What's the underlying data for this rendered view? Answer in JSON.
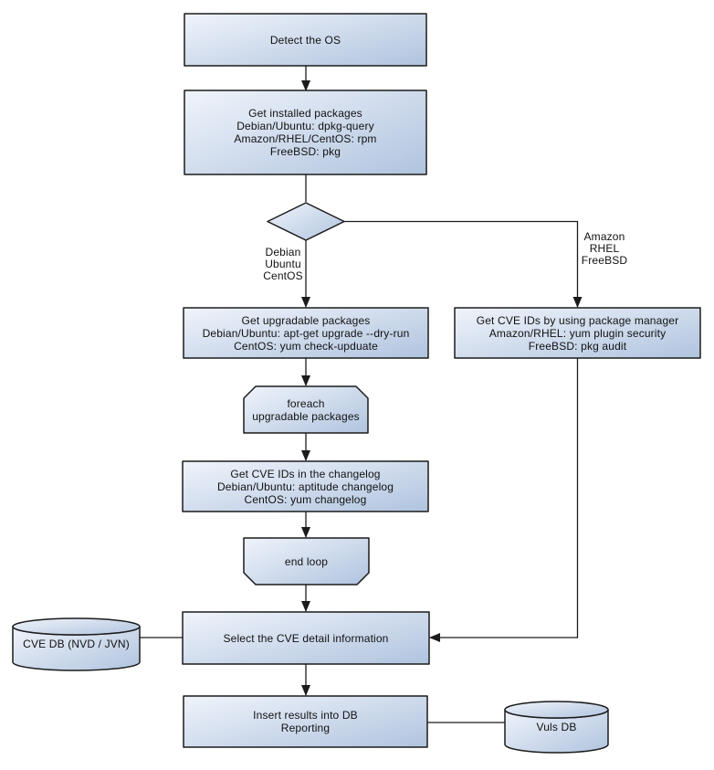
{
  "diagram": {
    "background": "#ffffff",
    "colors": {
      "node_fill_top": "#f0f4fb",
      "node_fill_bottom": "#b3c6e0",
      "node_border": "#1b1b1b",
      "text": "#111111"
    },
    "nodes": {
      "detect_os": {
        "shape": "rectangle",
        "lines": [
          "Detect the OS"
        ]
      },
      "get_installed_packages": {
        "shape": "rectangle",
        "lines": [
          "Get installed packages",
          "Debian/Ubuntu: dpkg-query",
          "Amazon/RHEL/CentOS: rpm",
          "FreeBSD: pkg"
        ]
      },
      "os_branch_decision": {
        "shape": "diamond",
        "lines": []
      },
      "get_upgradable_packages": {
        "shape": "rectangle",
        "lines": [
          "Get upgradable packages",
          "Debian/Ubuntu: apt-get upgrade --dry-run",
          "CentOS: yum check-upduate"
        ]
      },
      "get_cve_ids_package_manager": {
        "shape": "rectangle",
        "lines": [
          "Get CVE IDs by using package manager",
          "Amazon/RHEL: yum plugin security",
          "FreeBSD: pkg audit"
        ]
      },
      "foreach_loop_start": {
        "shape": "loop-start",
        "lines": [
          "foreach",
          "upgradable packages"
        ]
      },
      "get_cve_ids_changelog": {
        "shape": "rectangle",
        "lines": [
          "Get CVE IDs in the changelog",
          "Debian/Ubuntu: aptitude changelog",
          "CentOS: yum changelog"
        ]
      },
      "end_loop": {
        "shape": "loop-end",
        "lines": [
          "end loop"
        ]
      },
      "select_cve_detail": {
        "shape": "rectangle",
        "lines": [
          "Select the CVE detail information"
        ]
      },
      "cve_db": {
        "shape": "database",
        "lines": [
          "CVE DB (NVD / JVN)"
        ]
      },
      "insert_results": {
        "shape": "rectangle",
        "lines": [
          "Insert results into DB",
          "Reporting"
        ]
      },
      "vuls_db": {
        "shape": "database",
        "lines": [
          "Vuls DB"
        ]
      }
    },
    "edge_labels": {
      "left_branch": {
        "lines": [
          "Debian",
          "Ubuntu",
          "CentOS"
        ]
      },
      "right_branch": {
        "lines": [
          "Amazon",
          "RHEL",
          "FreeBSD"
        ]
      }
    }
  }
}
